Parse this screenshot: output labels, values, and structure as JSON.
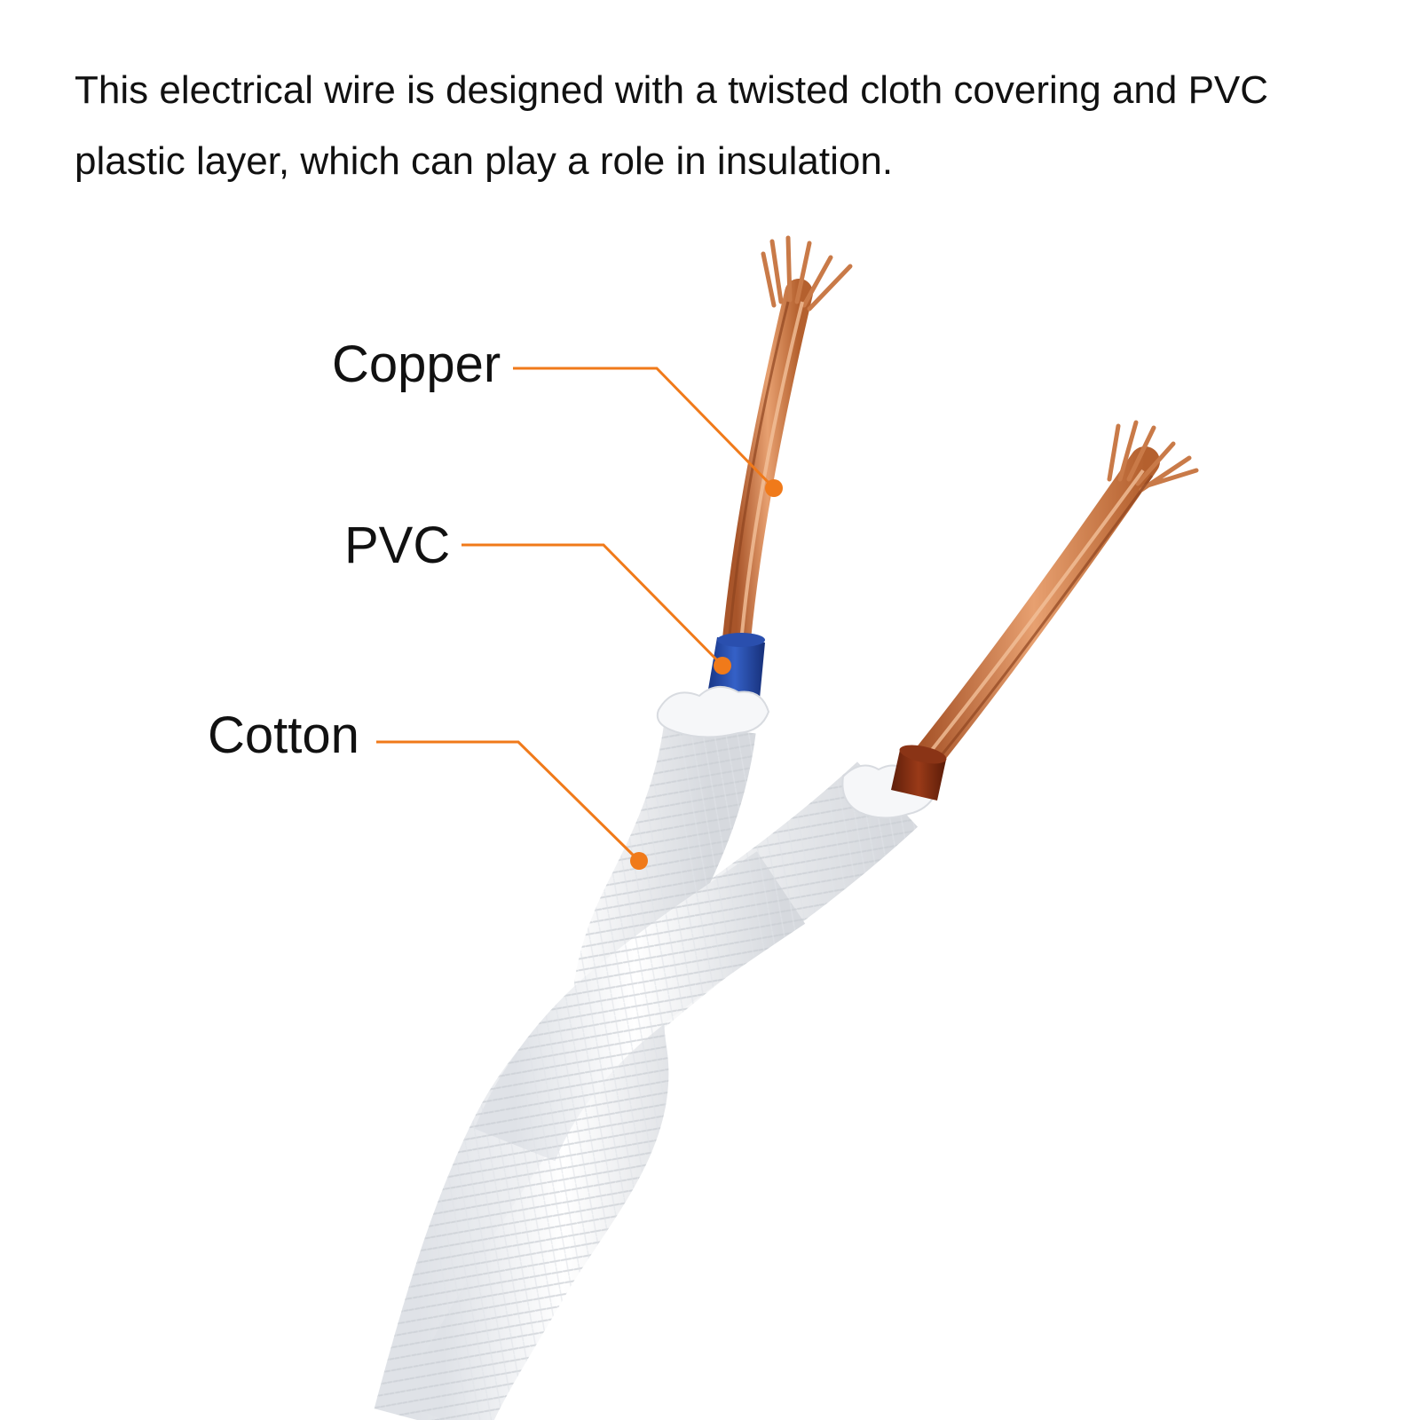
{
  "description": {
    "text": "This electrical wire is designed with a twisted cloth covering and PVC plastic layer, which can play a role in insulation."
  },
  "callouts": [
    {
      "label": "Copper"
    },
    {
      "label": "PVC"
    },
    {
      "label": "Cotton"
    }
  ],
  "colors": {
    "callout_line": "#f07a1a",
    "copper": "#c8743e",
    "pvc_blue": "#1f3f9a",
    "pvc_brown": "#7a2a12",
    "cotton": "#f2f3f5"
  }
}
